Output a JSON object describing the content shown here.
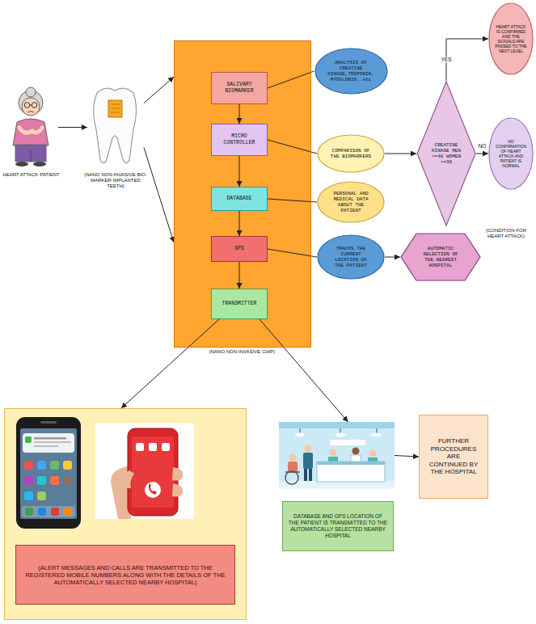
{
  "diagram": {
    "nodes": [
      {
        "text": [
          "HEART ATTACK PATIENT"
        ]
      },
      {
        "text": [
          "(NANO NON-INVASIVE BIO-MARKER IMPLANTED TEETH)"
        ]
      },
      {
        "text": [
          "(NANO NON-INVASIVE CHIP)"
        ]
      },
      {
        "text": [
          "SALIVARY BIOMARKER"
        ],
        "in": 2
      },
      {
        "text": [
          "MICRO CONTROLLER"
        ],
        "in": 2
      },
      {
        "text": [
          "DATABASE"
        ],
        "in": 2
      },
      {
        "text": [
          "GPS"
        ],
        "in": 2
      },
      {
        "text": [
          "TRANSMITTER"
        ],
        "in": 2
      },
      {
        "text": [
          "ANALYSIS OF CREATINE KINASE,TROPONIN, MYOGLOBIN..etc"
        ]
      },
      {
        "text": [
          "COMPARISON OF THE BIOMARKERS"
        ]
      },
      {
        "text": [
          "PERSONAL AND MEDICAL DATA ABOUT THE PATIENT"
        ]
      },
      {
        "text": [
          "TRACKS THE CURRENT LOCATION OF THE PATIENT"
        ]
      },
      {
        "text": [
          "CREATINE KINASE MEN >=40 WOMEN >=30",
          "(CONDITION FOR HEART ATTACK)"
        ]
      },
      {
        "text": [
          "HEART ATTACK IS CONFIRMED AND THE SIGNALS ARE PASSED TO THE NEXT LEVEL"
        ]
      },
      {
        "text": [
          "NO CONFIRMATION OF HEART ATTACK AND PATIENT IS NORMAL"
        ]
      },
      {
        "text": [
          "AUTOMATIC SELECTION OF THE NEAREST HOSPITAL"
        ]
      },
      {
        "text": [
          "(ALERT MESSAGES AND CALLS ARE TRANSMITTED TO THE REGISTERED MOBILE NUMBERS ALONG WITH THE DETAILS OF THE AUTOMATICALLY SELECTED NEARBY HOSPITAL)"
        ]
      },
      {
        "text": [
          "DATABASE AND GPS LOCATION OF THE PATIENT IS TRANSMITTED TO THE AUTOMATICALLY SELECTED NEARBY HOSPITAL"
        ]
      },
      {
        "text": [
          "FURTHER PROCEDURES ARE CONTINUED BY THE HOSPITAL"
        ]
      }
    ],
    "edges": [
      {
        "from": 0,
        "to": 1,
        "arrow": "to"
      },
      {
        "from": 1,
        "to": 2,
        "arrow": "to"
      },
      {
        "from": 1,
        "to": 2,
        "arrow": "to"
      },
      {
        "from": 3,
        "to": 4,
        "arrow": "to"
      },
      {
        "from": 4,
        "to": 5,
        "arrow": "to"
      },
      {
        "from": 5,
        "to": 6,
        "arrow": "to"
      },
      {
        "from": 6,
        "to": 7,
        "arrow": "to"
      },
      {
        "from": 3,
        "to": 8,
        "arrow": "none"
      },
      {
        "from": 4,
        "to": 9,
        "arrow": "none"
      },
      {
        "from": 5,
        "to": 10,
        "arrow": "none"
      },
      {
        "from": 6,
        "to": 11,
        "arrow": "none"
      },
      {
        "from": 9,
        "to": 12,
        "arrow": "to"
      },
      {
        "from": 12,
        "to": 13,
        "label": "YES",
        "arrow": "to"
      },
      {
        "from": 12,
        "to": 14,
        "label": "NO",
        "arrow": "to"
      },
      {
        "from": 11,
        "to": 15,
        "arrow": "to"
      },
      {
        "from": 7,
        "to": 16,
        "arrow": "to"
      },
      {
        "from": 7,
        "to": 17,
        "arrow": "to"
      },
      {
        "from": 17,
        "to": 18,
        "arrow": "to"
      }
    ]
  }
}
